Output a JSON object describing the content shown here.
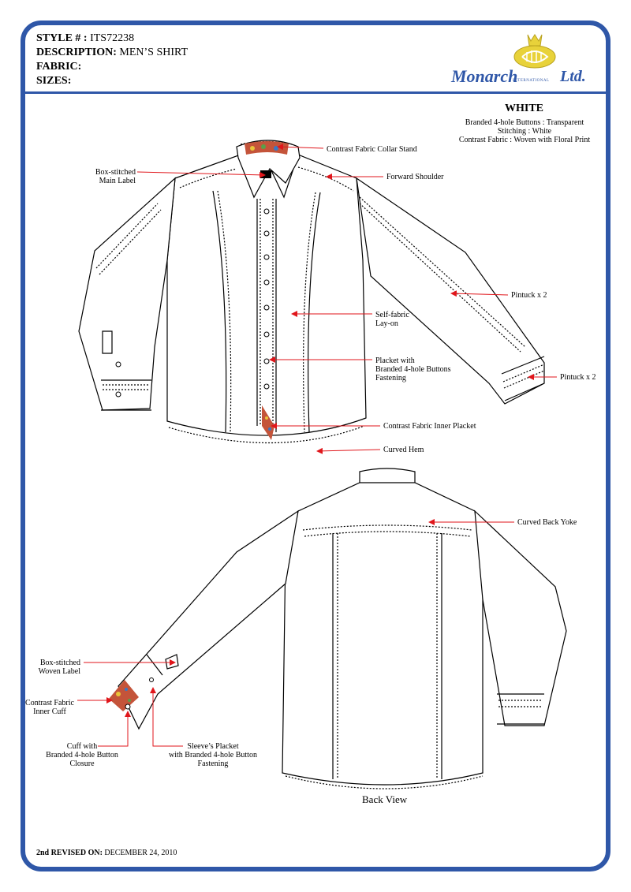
{
  "header": {
    "style_label": "STYLE # :",
    "style_value": "ITS72238",
    "description_label": "DESCRIPTION:",
    "description_value": "MEN’S SHIRT",
    "fabric_label": "FABRIC:",
    "sizes_label": "SIZES:"
  },
  "logo": {
    "brand": "Monarch",
    "international": "INTERNATIONAL",
    "ltd": "Ltd."
  },
  "colorway": {
    "title": "WHITE",
    "spec_1": "Branded 4-hole Buttons : Transparent",
    "spec_2": "Stitching : White",
    "spec_3": "Contrast Fabric : Woven with Floral Print"
  },
  "front_labels": {
    "collar_stand": "Contrast Fabric Collar Stand",
    "main_label_1": "Box-stitched",
    "main_label_2": "Main Label",
    "forward_shoulder": "Forward Shoulder",
    "pintuck_sleeve": "Pintuck x 2",
    "self_fabric_1": "Self-fabric",
    "self_fabric_2": "Lay-on",
    "placket_1": "Placket with",
    "placket_2": "Branded 4-hole Buttons",
    "placket_3": "Fastening",
    "pintuck_cuff": "Pintuck x 2",
    "inner_placket": "Contrast Fabric Inner Placket",
    "curved_hem": "Curved Hem"
  },
  "back_labels": {
    "curved_back_yoke": "Curved Back Yoke",
    "woven_label_1": "Box-stitched",
    "woven_label_2": "Woven Label",
    "inner_cuff_1": "Contrast Fabric",
    "inner_cuff_2": "Inner Cuff",
    "cuff_1": "Cuff with",
    "cuff_2": "Branded 4-hole Button",
    "cuff_3": "Closure",
    "sleeve_placket_1": "Sleeve’s Placket",
    "sleeve_placket_2": "with Branded 4-hole Button",
    "sleeve_placket_3": "Fastening",
    "back_view": "Back View"
  },
  "footer": {
    "revised_label": "2nd REVISED ON:",
    "revised_value": "DECEMBER 24, 2010"
  },
  "colors": {
    "border": "#2f57a8",
    "arrow": "#e0161b",
    "logo_gold": "#e8d23a"
  }
}
